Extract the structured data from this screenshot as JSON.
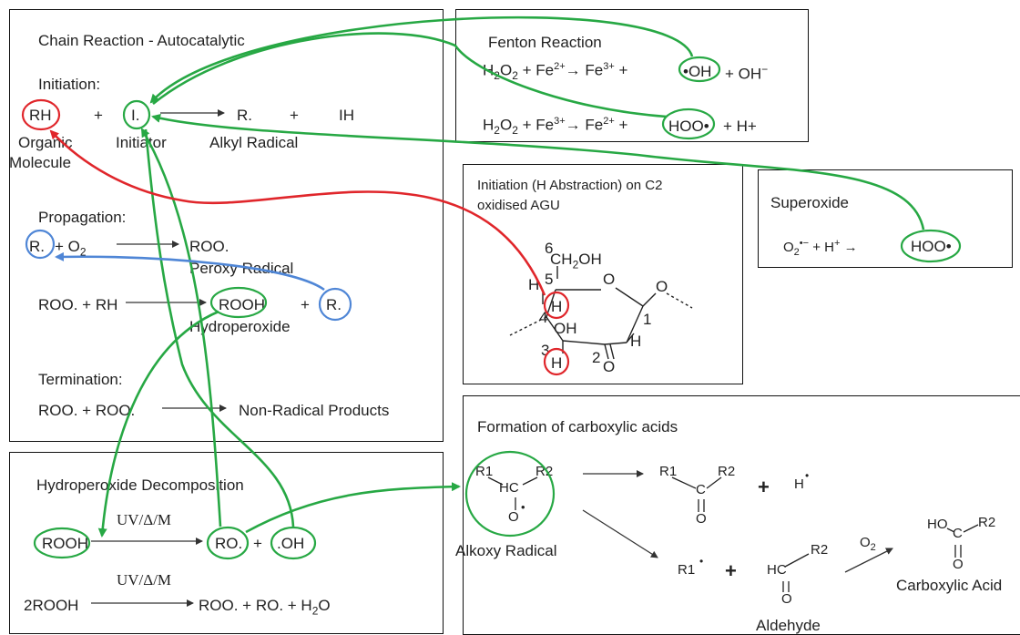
{
  "colors": {
    "green": "#27a844",
    "red": "#e0262b",
    "blue": "#4f86d6",
    "line": "#333333"
  },
  "chain": {
    "title": "Chain Reaction - Autocatalytic",
    "initiation": {
      "label": "Initiation:",
      "rh": "RH",
      "plus1": "+",
      "initiator_symbol": "I.",
      "r": "R.",
      "plus2": "+",
      "ih": "IH",
      "organic": "Organic",
      "molecule": "Molecule",
      "initiator": "Initiator",
      "alkyl": "Alkyl Radical"
    },
    "propagation": {
      "label": "Propagation:",
      "r": "R.",
      "plus_o": "+ O",
      "o_sub": "2",
      "roo": "ROO.",
      "peroxy": "Peroxy Radical",
      "left": "ROO. + RH",
      "rooh": "ROOH",
      "plus": "+",
      "r2": "R.",
      "hydroperoxide": "Hydroperoxide"
    },
    "termination": {
      "label": "Termination:",
      "left": "ROO. + ROO.",
      "right": "Non-Radical Products"
    }
  },
  "fenton": {
    "title": "Fenton Reaction",
    "eq1": {
      "h": "H",
      "s2a": "2",
      "o": "O",
      "s2b": "2",
      "fe": " + Fe",
      "sup1": "2+",
      "arrow": "→ Fe",
      "sup2": "3+",
      "plus": " +",
      "oh": "•OH",
      "tail": "+ OH",
      "minus": "−"
    },
    "eq2": {
      "h": "H",
      "s2a": "2",
      "o": "O",
      "s2b": "2",
      "fe": " + Fe",
      "sup1": "3+",
      "arrow": "→ Fe",
      "sup2": "2+",
      "plus": " +",
      "hoo": "HOO•",
      "tail": "+ H+"
    }
  },
  "agu": {
    "title1": "Initiation (H Abstraction) on C2",
    "title2": "oxidised AGU",
    "c6": "6",
    "ch2oh": "CH",
    "ch2oh_sub": "2",
    "ch2oh_tail": "OH",
    "h5": "H",
    "n5": "5",
    "ring_o": "O",
    "o1": "O",
    "h_circled": "H",
    "n4": "4",
    "oh": "OH",
    "n1": "1",
    "h1": "H",
    "n3": "3",
    "h3": "H",
    "n2": "2",
    "o2": "O"
  },
  "superoxide": {
    "title": "Superoxide",
    "eq": "O",
    "sub": "2",
    "sup": "•−",
    "rest": " + H",
    "hsup": "+",
    "arrow": " →",
    "hoo": "HOO•"
  },
  "decomp": {
    "title": "Hydroperoxide Decomposition",
    "cond1": "UV/Δ/M",
    "rooh": "ROOH",
    "ro": "RO.",
    "plus": "+",
    "oh": ".OH",
    "cond2": "UV/Δ/M",
    "left2": "2ROOH",
    "right2": "ROO. + RO. + H",
    "h2o_sub": "2",
    "h2o_tail": "O"
  },
  "carboxylic": {
    "title": "Formation of carboxylic acids",
    "alkoxy": {
      "r1": "R1",
      "r2": "R2",
      "hc": "HC",
      "o": "O",
      "dot": "•",
      "label": "Alkoxy Radical"
    },
    "ketone": {
      "r1": "R1",
      "r2": "R2",
      "c": "C",
      "o": "O",
      "plus": "+",
      "h": "H",
      "hdot": "•"
    },
    "r1dot": "R1",
    "r1dot_sup": "•",
    "plus2": "+",
    "aldehyde": {
      "hc": "HC",
      "r2": "R2",
      "o": "O",
      "label": "Aldehyde"
    },
    "o2": "O",
    "o2_sub": "2",
    "acid": {
      "ho": "HO",
      "c": "C",
      "r2": "R2",
      "o": "O",
      "label": "Carboxylic Acid"
    }
  }
}
